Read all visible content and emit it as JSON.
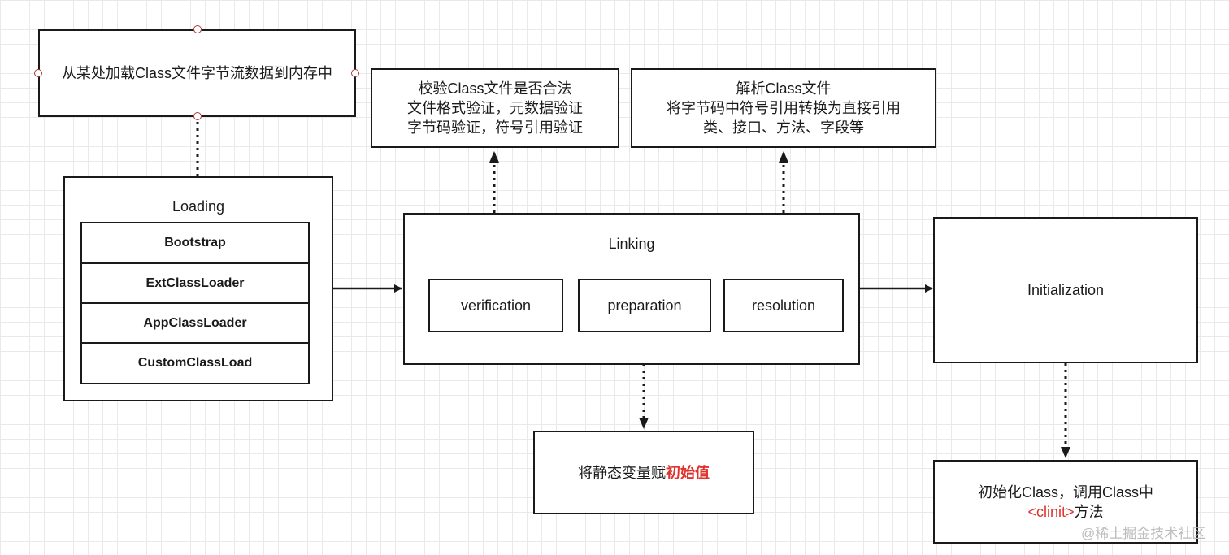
{
  "load_note": "从某处加载Class文件字节流数据到内存中",
  "verify_note": {
    "line1": "校验Class文件是否合法",
    "line2": "文件格式验证，元数据验证",
    "line3": "字节码验证，符号引用验证"
  },
  "resolve_note": {
    "line1": "解析Class文件",
    "line2": "将字节码中符号引用转换为直接引用",
    "line3": "类、接口、方法、字段等"
  },
  "loading": {
    "title": "Loading",
    "loaders": [
      "Bootstrap",
      "ExtClassLoader",
      "AppClassLoader",
      "CustomClassLoad"
    ]
  },
  "linking": {
    "title": "Linking",
    "phases": [
      "verification",
      "preparation",
      "resolution"
    ]
  },
  "initialization": {
    "title": "Initialization"
  },
  "prepare_note": {
    "text": "将静态变量赋",
    "highlight": "初始值"
  },
  "init_note": {
    "line1": "初始化Class，调用Class中",
    "clinit": "<clinit>",
    "suffix": "方法"
  },
  "watermark": "@稀土掘金技术社区",
  "colors": {
    "highlight": "#e0332e",
    "stroke": "#1a1a1a",
    "grid": "#e9e9e9",
    "handle": "#b03a3a"
  }
}
